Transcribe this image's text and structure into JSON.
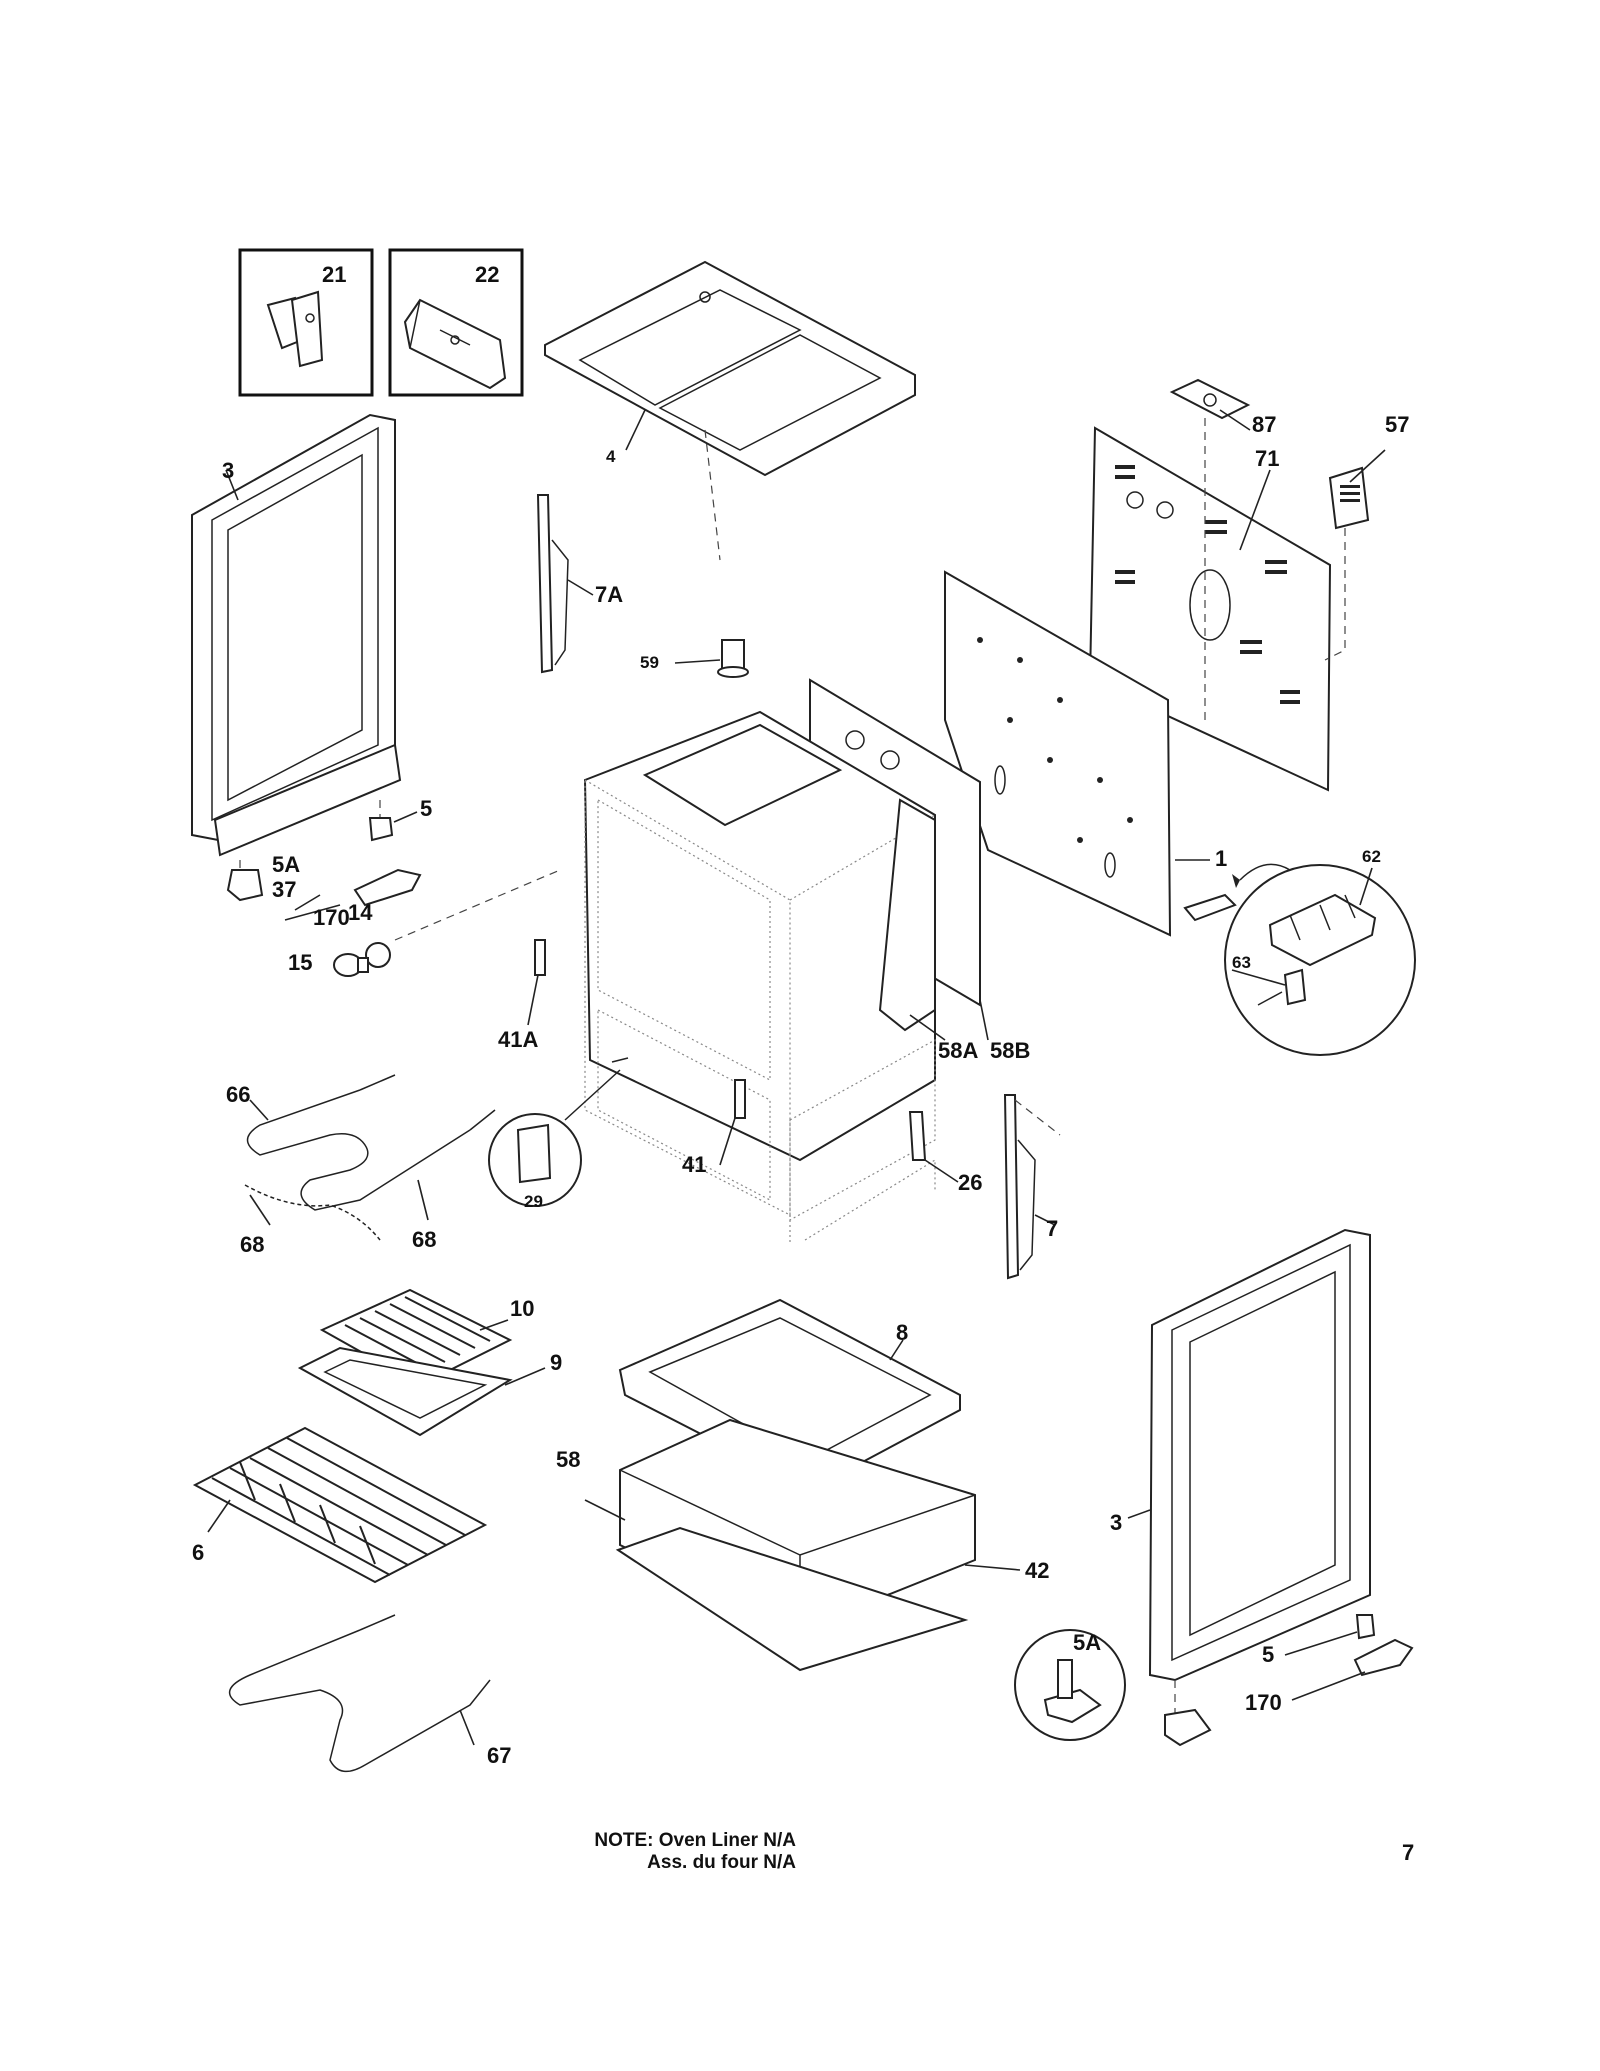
{
  "labels": {
    "p21": "21",
    "p22": "22",
    "p3_left": "3",
    "p4": "4",
    "p87": "87",
    "p57": "57",
    "p71": "71",
    "p7A": "7A",
    "p59": "59",
    "p5_left": "5",
    "p5A_left": "5A",
    "p37": "37",
    "p170_left": "170",
    "p14": "14",
    "p15": "15",
    "p1": "1",
    "p62": "62",
    "p63": "63",
    "p41A": "41A",
    "p58A": "58A",
    "p58B": "58B",
    "p66": "66",
    "p29": "29",
    "p41": "41",
    "p26": "26",
    "p7": "7",
    "p68_left": "68",
    "p68_right": "68",
    "p10": "10",
    "p9": "9",
    "p8": "8",
    "p58": "58",
    "p6": "6",
    "p3_right": "3",
    "p42": "42",
    "p5A_right": "5A",
    "p5_right": "5",
    "p170_right": "170",
    "p67": "67"
  },
  "note": {
    "line1": "NOTE: Oven Liner N/A",
    "line2": "Ass. du four N/A"
  },
  "page_number": "7"
}
